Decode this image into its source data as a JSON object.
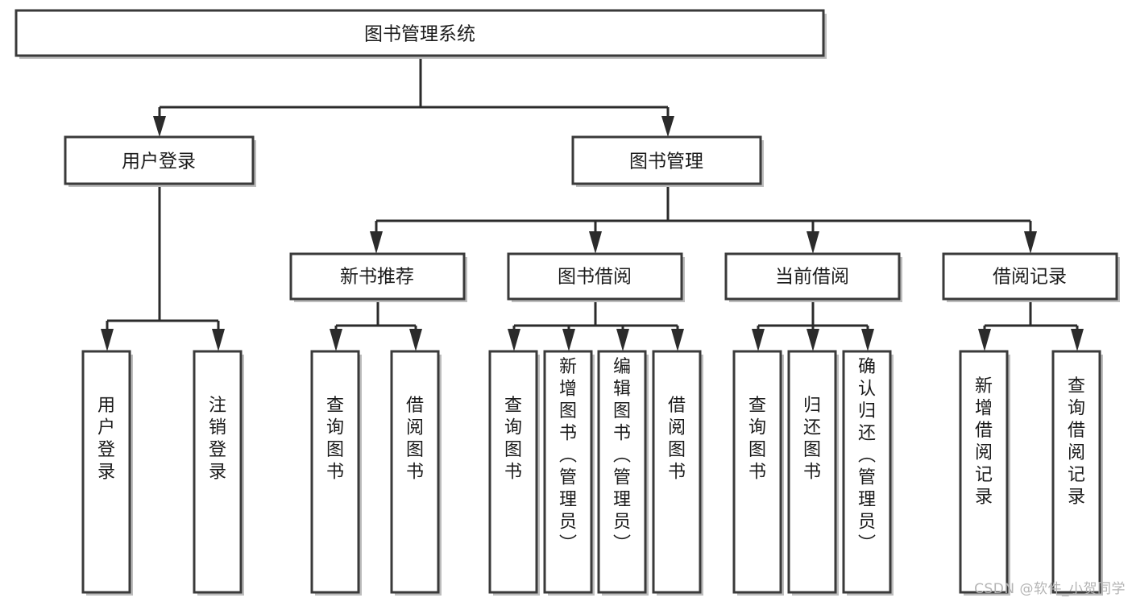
{
  "diagram": {
    "type": "tree",
    "title": "图书管理系统",
    "watermark": "CSDN @软件_小贺同学",
    "colors": {
      "box_fill": "#ffffff",
      "box_stroke": "#3a3a3a",
      "connector": "#2b2b2b",
      "text": "#1b1b1b",
      "watermark": "#b4b4b4"
    },
    "levels": {
      "root": {
        "label": "图书管理系统"
      },
      "level2": [
        {
          "label": "用户登录"
        },
        {
          "label": "图书管理"
        }
      ],
      "level3": [
        {
          "label": "新书推荐"
        },
        {
          "label": "图书借阅"
        },
        {
          "label": "当前借阅"
        },
        {
          "label": "借阅记录"
        }
      ],
      "leaves": {
        "user_login": [
          {
            "label": "用户登录"
          },
          {
            "label": "注销登录"
          }
        ],
        "new_book_recommend": [
          {
            "label": "查询图书"
          },
          {
            "label": "借阅图书"
          }
        ],
        "book_borrow": [
          {
            "label": "查询图书"
          },
          {
            "label": "新增图书（管理员）"
          },
          {
            "label": "编辑图书（管理员）"
          },
          {
            "label": "借阅图书"
          }
        ],
        "current_borrow": [
          {
            "label": "查询图书"
          },
          {
            "label": "归还图书"
          },
          {
            "label": "确认归还（管理员）"
          }
        ],
        "borrow_record": [
          {
            "label": "新增借阅记录"
          },
          {
            "label": "查询借阅记录"
          }
        ]
      }
    }
  }
}
